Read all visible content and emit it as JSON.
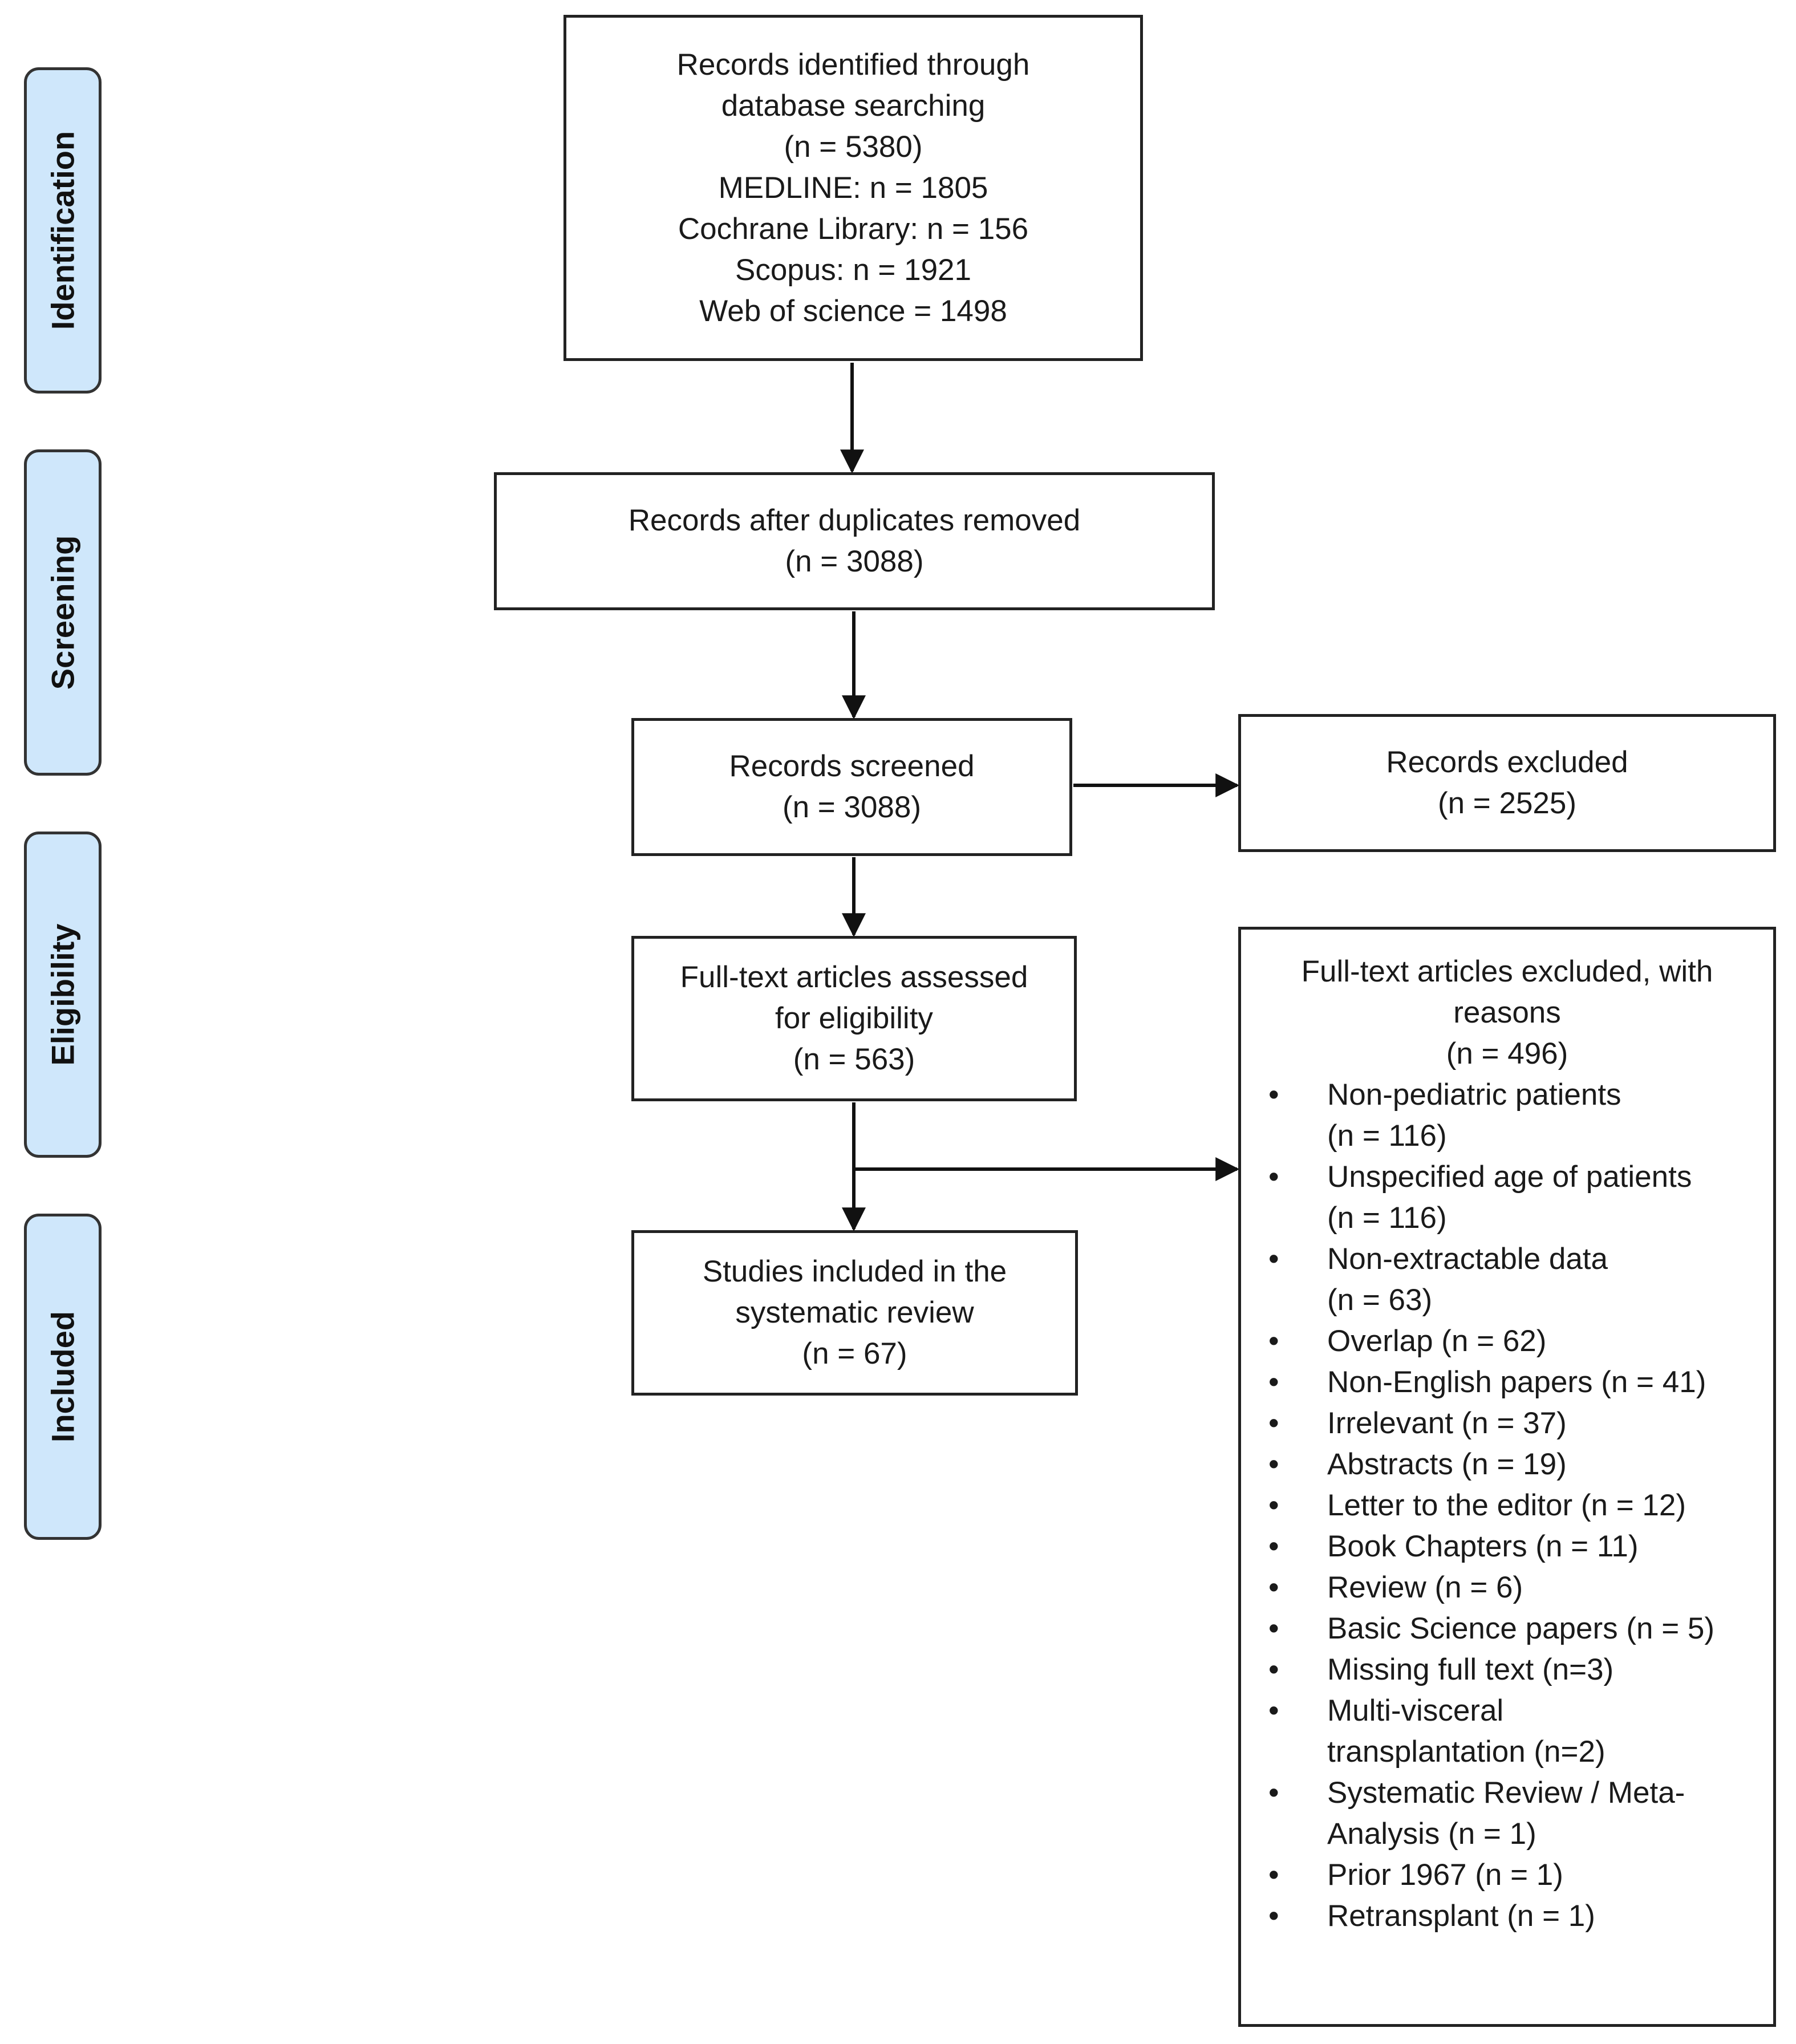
{
  "phases": {
    "identification": "Identification",
    "screening": "Screening",
    "eligibility": "Eligibility",
    "included": "Included"
  },
  "identified": {
    "lines": [
      "Records identified through",
      "database searching",
      "(n = 5380)",
      "MEDLINE: n = 1805",
      "Cochrane Library: n = 156",
      "Scopus: n = 1921",
      "Web of science = 1498"
    ]
  },
  "duplicates_removed": {
    "lines": [
      "Records after duplicates removed",
      "(n = 3088)"
    ]
  },
  "screened": {
    "lines": [
      "Records screened",
      "(n = 3088)"
    ]
  },
  "excluded": {
    "lines": [
      "Records excluded",
      "(n = 2525)"
    ]
  },
  "fulltext_assessed": {
    "lines": [
      "Full-text articles assessed",
      "for eligibility",
      "(n = 563)"
    ]
  },
  "included_studies": {
    "lines": [
      "Studies included in the",
      "systematic review",
      "(n = 67)"
    ]
  },
  "fulltext_excluded": {
    "heading": [
      "Full-text articles excluded, with",
      "reasons",
      "(n = 496)"
    ],
    "bullet": "•",
    "reasons": [
      [
        "Non-pediatric patients",
        "(n = 116)"
      ],
      [
        "Unspecified age of patients",
        "(n = 116)"
      ],
      [
        "Non-extractable data",
        "(n = 63)"
      ],
      [
        "Overlap (n = 62)"
      ],
      [
        "Non-English papers (n = 41)"
      ],
      [
        "Irrelevant (n = 37)"
      ],
      [
        "Abstracts (n = 19)"
      ],
      [
        "Letter to the editor (n = 12)"
      ],
      [
        "Book Chapters (n = 11)"
      ],
      [
        "Review (n = 6)"
      ],
      [
        "Basic Science papers (n = 5)"
      ],
      [
        "Missing full text (n=3)"
      ],
      [
        "Multi-visceral",
        "transplantation (n=2)"
      ],
      [
        "Systematic Review / Meta-",
        "Analysis (n = 1)"
      ],
      [
        "Prior 1967 (n = 1)"
      ],
      [
        "Retransplant (n = 1)"
      ]
    ]
  },
  "colors": {
    "phase_fill": "#cfe7fb",
    "border": "#222222",
    "text": "#1a1a1a"
  }
}
